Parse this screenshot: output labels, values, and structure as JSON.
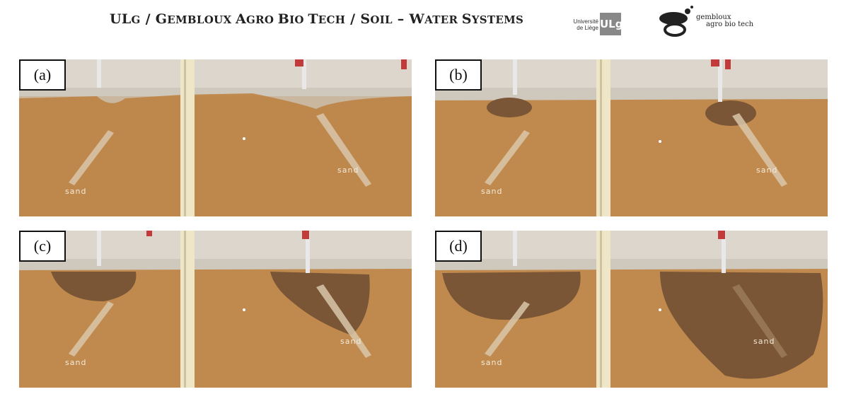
{
  "header": {
    "title_parts": [
      "UL",
      "G",
      " / ",
      "G",
      "EMBLOUX ",
      "A",
      "GRO ",
      "B",
      "IO ",
      "T",
      "ECH",
      " / ",
      "S",
      "OIL",
      " – ",
      "W",
      "ATER ",
      "S",
      "YSTEMS"
    ],
    "ulg_logo_text_line1": "Université",
    "ulg_logo_text_line2": "de Liège",
    "ulg_logo_mark": "ULg",
    "gembloux_line1": "gembloux",
    "gembloux_line2": "agro bio tech"
  },
  "panels": [
    {
      "label": "(a)",
      "sand_left": "sand",
      "sand_right": "sand",
      "wetting_stage": 0
    },
    {
      "label": "(b)",
      "sand_left": "sand",
      "sand_right": "sand",
      "wetting_stage": 1
    },
    {
      "label": "(c)",
      "sand_left": "sand",
      "sand_right": "sand",
      "wetting_stage": 2
    },
    {
      "label": "(d)",
      "sand_left": "sand",
      "sand_right": "sand",
      "wetting_stage": 3
    }
  ],
  "colors": {
    "soil": "#c08a4e",
    "wet_soil": "#7a5636",
    "sand_stripe": "#d9c6aa",
    "background_glass": "#d8d4cc",
    "post": "#efe6c8"
  }
}
